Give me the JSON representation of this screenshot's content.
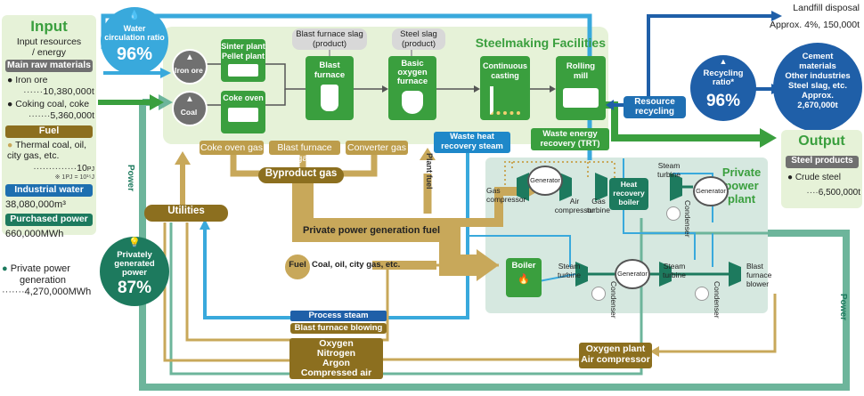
{
  "input": {
    "title": "Input",
    "subtitle_line1": "Input resources",
    "subtitle_line2": "/ energy",
    "main_raw_materials_header": "Main raw materials",
    "iron_ore_label": "Iron ore",
    "iron_ore_value": "10,380,000t",
    "coking_coal_label": "Coking coal, coke",
    "coking_coal_value": "5,360,000t",
    "fuel_header": "Fuel",
    "thermal_coal_line1": "Thermal coal, oil,",
    "thermal_coal_line2": "city gas, etc.",
    "fuel_value": "10",
    "fuel_unit": "PJ",
    "pj_note": "※ 1PJ = 10¹⁵J",
    "industrial_water_header": "Industrial water",
    "industrial_water_value": "38,080,000m³",
    "purchased_power_header": "Purchased power",
    "purchased_power_value": "660,000MWh"
  },
  "private_power_note": {
    "line1": "Private power",
    "line2": "generation",
    "value": "4,270,000MWh"
  },
  "water_circulation": {
    "label_line1": "Water",
    "label_line2": "circulation ratio",
    "value": "96%"
  },
  "private_generated": {
    "line1": "Privately",
    "line2": "generated",
    "line3": "power",
    "value": "87%"
  },
  "steelmaking": {
    "title": "Steelmaking Facilities",
    "iron_ore": "Iron ore",
    "coal": "Coal",
    "sinter_plant_line1": "Sinter plant",
    "sinter_plant_line2": "Pellet plant",
    "coke_oven": "Coke oven",
    "blast_furnace_line1": "Blast",
    "blast_furnace_line2": "furnace",
    "bof_line1": "Basic",
    "bof_line2": "oxygen",
    "bof_line3": "furnace",
    "continuous_casting_line1": "Continuous",
    "continuous_casting_line2": "casting",
    "rolling_mill_line1": "Rolling",
    "rolling_mill_line2": "mill",
    "bf_slag_line1": "Blast furnace slag",
    "bf_slag_line2": "(product)",
    "steel_slag_line1": "Steel slag",
    "steel_slag_line2": "(product)"
  },
  "gases": {
    "coke_oven_gas": "Coke oven gas",
    "blast_furnace_gas": "Blast furnace gas",
    "converter_gas": "Converter gas",
    "byproduct_gas": "Byproduct gas",
    "plant_fuel": "Plant fuel",
    "private_power_fuel": "Private power generation fuel",
    "fuel_label": "Fuel",
    "fuel_detail": "Coal, oil, city gas, etc.",
    "utilities": "Utilities",
    "power_left": "Power",
    "power_right": "Power"
  },
  "recovery": {
    "waste_heat_line1": "Waste heat",
    "waste_heat_line2": "recovery steam",
    "waste_energy_line1": "Waste energy",
    "waste_energy_line2": "recovery (TRT)",
    "resource_recycling_line1": "Resource",
    "resource_recycling_line2": "recycling",
    "recycling_ratio_line1": "Recycling",
    "recycling_ratio_line2": "ratio*",
    "recycling_ratio_value": "96%"
  },
  "landfill": {
    "title": "Landfill disposal",
    "value": "Approx. 4%, 150,000t"
  },
  "cement": {
    "line1": "Cement",
    "line2": "materials",
    "line3": "Other industries",
    "line4": "Steel slag, etc.",
    "line5": "Approx.",
    "line6": "2,670,000t"
  },
  "output": {
    "title": "Output",
    "steel_products_header": "Steel products",
    "crude_steel_label": "Crude steel",
    "crude_steel_value": "6,500,000t"
  },
  "private_power_plant": {
    "title_line1": "Private",
    "title_line2": "power",
    "title_line3": "plant",
    "gas_compressor_line1": "Gas",
    "gas_compressor_line2": "compressor",
    "generator": "Generator",
    "air_compressor_line1": "Air",
    "air_compressor_line2": "compressor",
    "gas_turbine_line1": "Gas",
    "gas_turbine_line2": "turbine",
    "heat_recovery_line1": "Heat",
    "heat_recovery_line2": "recovery",
    "heat_recovery_line3": "boiler",
    "steam_turbine_line1": "Steam",
    "steam_turbine_line2": "turbine",
    "condenser": "Condenser",
    "boiler": "Boiler",
    "bf_blower_line1": "Blast",
    "bf_blower_line2": "furnace",
    "bf_blower_line3": "blower"
  },
  "bottom": {
    "process_steam": "Process steam",
    "bf_blowing": "Blast furnace blowing",
    "oxygen": "Oxygen",
    "nitrogen": "Nitrogen",
    "argon": "Argon",
    "compressed_air": "Compressed air",
    "oxygen_plant_line1": "Oxygen plant",
    "oxygen_plant_line2": "Air compressor"
  },
  "colors": {
    "green": "#3a9f3e",
    "dark_green": "#1d7a4e",
    "teal": "#6db59b",
    "light_blue": "#39a9dc",
    "navy": "#1f5fa8",
    "gold": "#c8a85a",
    "olive": "#8c6f1f",
    "panel_green": "#e6f2d8",
    "panel_teal": "#d7e8e1"
  }
}
